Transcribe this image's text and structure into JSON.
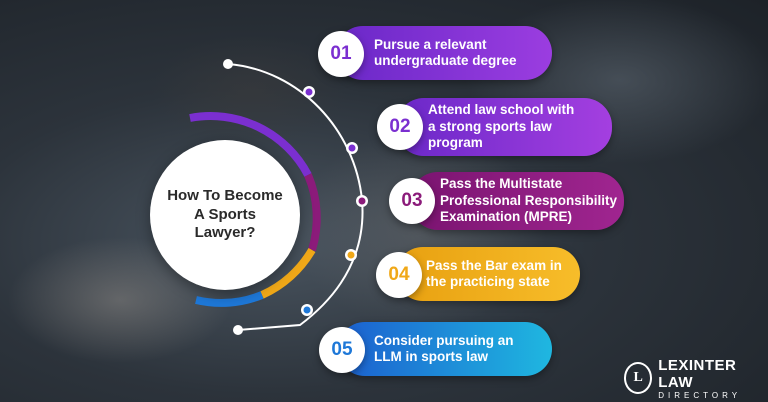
{
  "title": "How To Become A Sports Lawyer?",
  "steps": [
    {
      "number": "01",
      "text": "Pursue a relevant undergraduate degree",
      "color": "#7b2fd0",
      "numColor": "#7b2fd0"
    },
    {
      "number": "02",
      "text": "Attend law school with a strong sports law program",
      "color": "#8a2ed8",
      "numColor": "#7b2fd0"
    },
    {
      "number": "03",
      "text": "Pass the Multistate Professional Responsibility Examination (MPRE)",
      "color": "#8b1b7a",
      "numColor": "#8b1b7a"
    },
    {
      "number": "04",
      "text": "Pass the Bar exam in the practicing state",
      "color": "#f0a818",
      "numColor": "#f0a818"
    },
    {
      "number": "05",
      "text": "Consider pursuing an LLM in sports law",
      "color": "#1e78d8",
      "numColor": "#1e78d8"
    }
  ],
  "logo": {
    "name": "LEXINTER LAW",
    "sub": "DIRECTORY",
    "mark": "L"
  }
}
